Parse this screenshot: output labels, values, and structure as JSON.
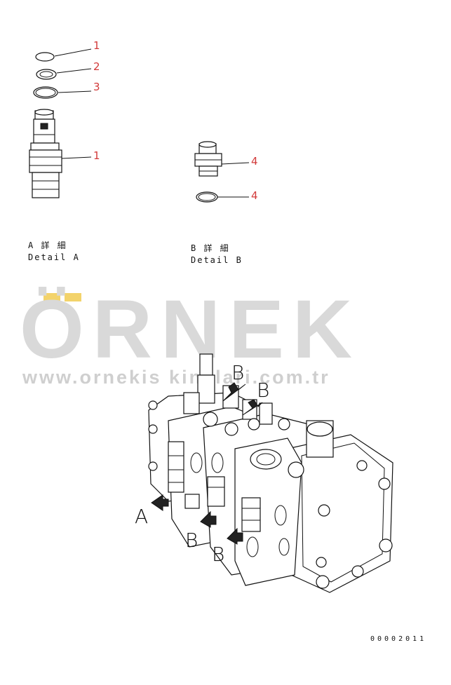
{
  "callouts": [
    {
      "number": "1",
      "part": "plug"
    },
    {
      "number": "2",
      "part": "washer"
    },
    {
      "number": "3",
      "part": "o-ring"
    },
    {
      "number": "1",
      "part": "relief-valve-cartridge"
    },
    {
      "number": "4",
      "part": "plug"
    },
    {
      "number": "4",
      "part": "o-ring"
    }
  ],
  "detail_a": {
    "jp": "A 詳 細",
    "en": "Detail A"
  },
  "detail_b": {
    "jp": "B 詳 細",
    "en": "Detail B"
  },
  "view_labels": {
    "a": "A",
    "b1": "B",
    "b2": "B",
    "b_top1": "B",
    "b_top2": "B"
  },
  "watermark": {
    "brand": "ÖRNEK",
    "url": "www.ornekis  kinalari.com.tr",
    "accent_color": "#f3d36b"
  },
  "drawing_number": "00002011",
  "colors": {
    "callout": "#d23a3a",
    "line": "#111111"
  }
}
